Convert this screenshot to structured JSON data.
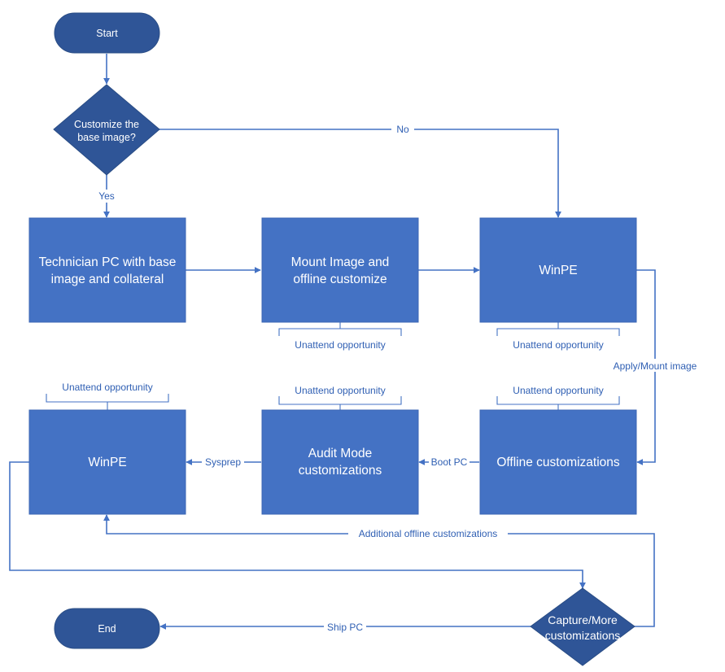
{
  "colors": {
    "box_fill": "#4472c4",
    "terminal_fill": "#2f5597",
    "connector": "#4472c4",
    "label_text": "#2f5fb3",
    "shape_text": "#ffffff"
  },
  "nodes": {
    "start": {
      "label": "Start"
    },
    "decision_customize": {
      "lines": [
        "Customize the",
        "base image?"
      ]
    },
    "technician_pc": {
      "lines": [
        "Technician PC with base",
        "image and collateral"
      ]
    },
    "mount_image": {
      "lines": [
        "Mount Image and",
        "offline customize"
      ]
    },
    "winpe_top": {
      "label": "WinPE"
    },
    "offline_customizations": {
      "label": "Offline customizations"
    },
    "audit_mode": {
      "lines": [
        "Audit Mode",
        "customizations"
      ]
    },
    "winpe_bottom": {
      "label": "WinPE"
    },
    "decision_capture": {
      "lines": [
        "Capture/More",
        "customizations"
      ]
    },
    "end": {
      "label": "End"
    }
  },
  "edge_labels": {
    "no": "No",
    "yes": "Yes",
    "apply_mount": "Apply/Mount image",
    "boot_pc": "Boot PC",
    "sysprep": "Sysprep",
    "additional_offline": "Additional offline customizations",
    "ship_pc": "Ship PC"
  },
  "annotations": {
    "unattend_mount": "Unattend opportunity",
    "unattend_winpe_top": "Unattend opportunity",
    "unattend_offline": "Unattend opportunity",
    "unattend_audit": "Unattend opportunity",
    "unattend_winpe_bottom": "Unattend opportunity"
  }
}
